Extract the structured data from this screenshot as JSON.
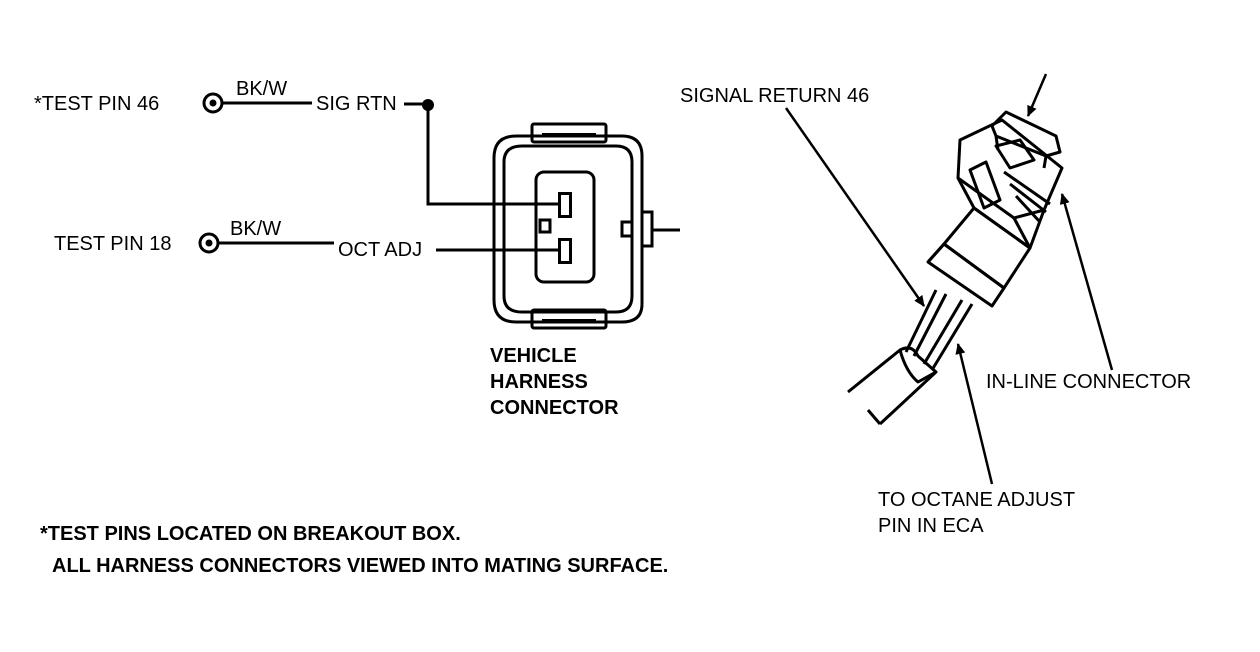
{
  "left_schematic": {
    "pin46_label": "*TEST PIN 46",
    "pin46_wire": "BK/W",
    "pin46_signal": "SIG RTN",
    "pin18_label": "TEST PIN 18",
    "pin18_wire": "BK/W",
    "pin18_signal": "OCT ADJ",
    "connector_caption": [
      "VEHICLE",
      "HARNESS",
      "CONNECTOR"
    ]
  },
  "right_illustration": {
    "signal_return_label": "SIGNAL RETURN 46",
    "inline_connector_label": "IN-LINE CONNECTOR",
    "octane_adjust_label": [
      "TO OCTANE ADJUST",
      "PIN IN ECA"
    ]
  },
  "footnote": {
    "line1": "*TEST PINS LOCATED ON BREAKOUT BOX.",
    "line2": "ALL HARNESS CONNECTORS VIEWED INTO MATING SURFACE."
  },
  "colors": {
    "ink": "#000000",
    "paper": "#ffffff"
  }
}
